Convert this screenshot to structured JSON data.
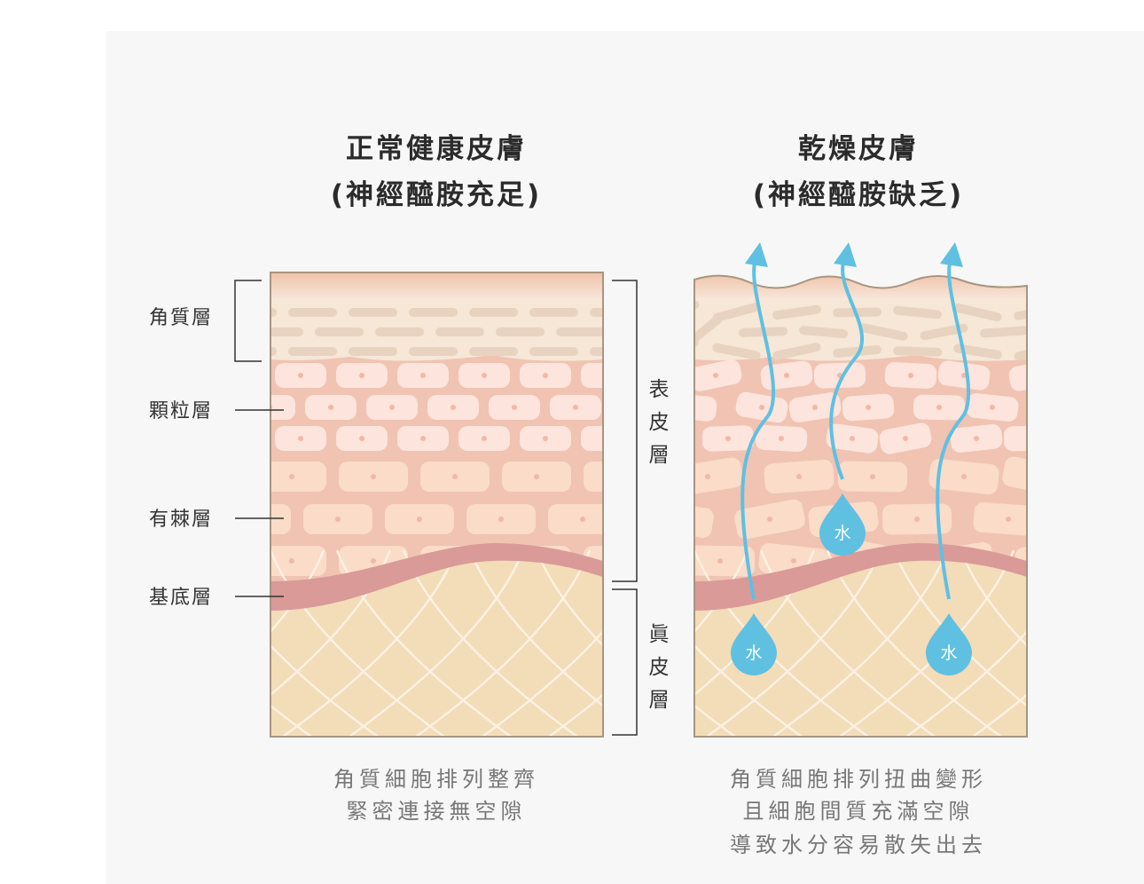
{
  "panels": [
    {
      "title_line1": "正常健康皮膚",
      "title_line2": "(神經醯胺充足)",
      "caption": [
        "角質細胞排列整齊",
        "緊密連接無空隙"
      ]
    },
    {
      "title_line1": "乾燥皮膚",
      "title_line2": "(神經醯胺缺乏)",
      "caption": [
        "角質細胞排列扭曲變形",
        "且細胞間質充滿空隙",
        "導致水分容易散失出去"
      ]
    }
  ],
  "layer_labels": {
    "corneum": "角質層",
    "granular": "顆粒層",
    "spinous": "有棘層",
    "basal": "基底層"
  },
  "bracket_labels": {
    "epidermis": [
      "表",
      "皮",
      "層"
    ],
    "dermis": [
      "眞",
      "皮",
      "層"
    ]
  },
  "water_label": "水",
  "colors": {
    "water": "#5fc0e2",
    "border": "#a8957f",
    "basal": "#d99a98",
    "dermis": "#f3dcb8"
  }
}
